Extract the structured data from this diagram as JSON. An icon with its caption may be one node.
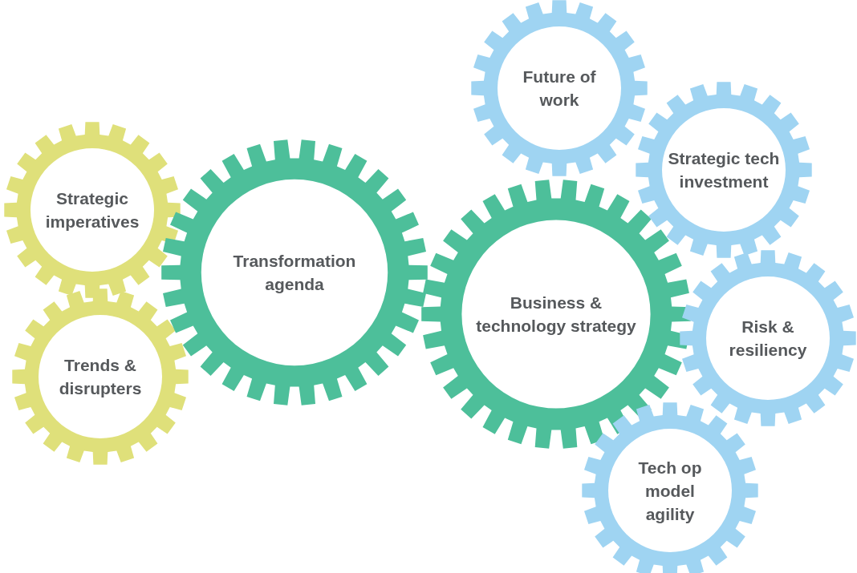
{
  "diagram": {
    "nodes": [
      {
        "text": [
          "Strategic imperatives"
        ]
      },
      {
        "text": [
          "Trends & disrupters"
        ]
      },
      {
        "text": [
          "Transformation agenda"
        ]
      },
      {
        "text": [
          "Business & technology strategy"
        ]
      },
      {
        "text": [
          "Future of work"
        ]
      },
      {
        "text": [
          "Strategic tech investment"
        ]
      },
      {
        "text": [
          "Risk & resiliency"
        ]
      },
      {
        "text": [
          "Tech op model agility"
        ]
      }
    ]
  }
}
